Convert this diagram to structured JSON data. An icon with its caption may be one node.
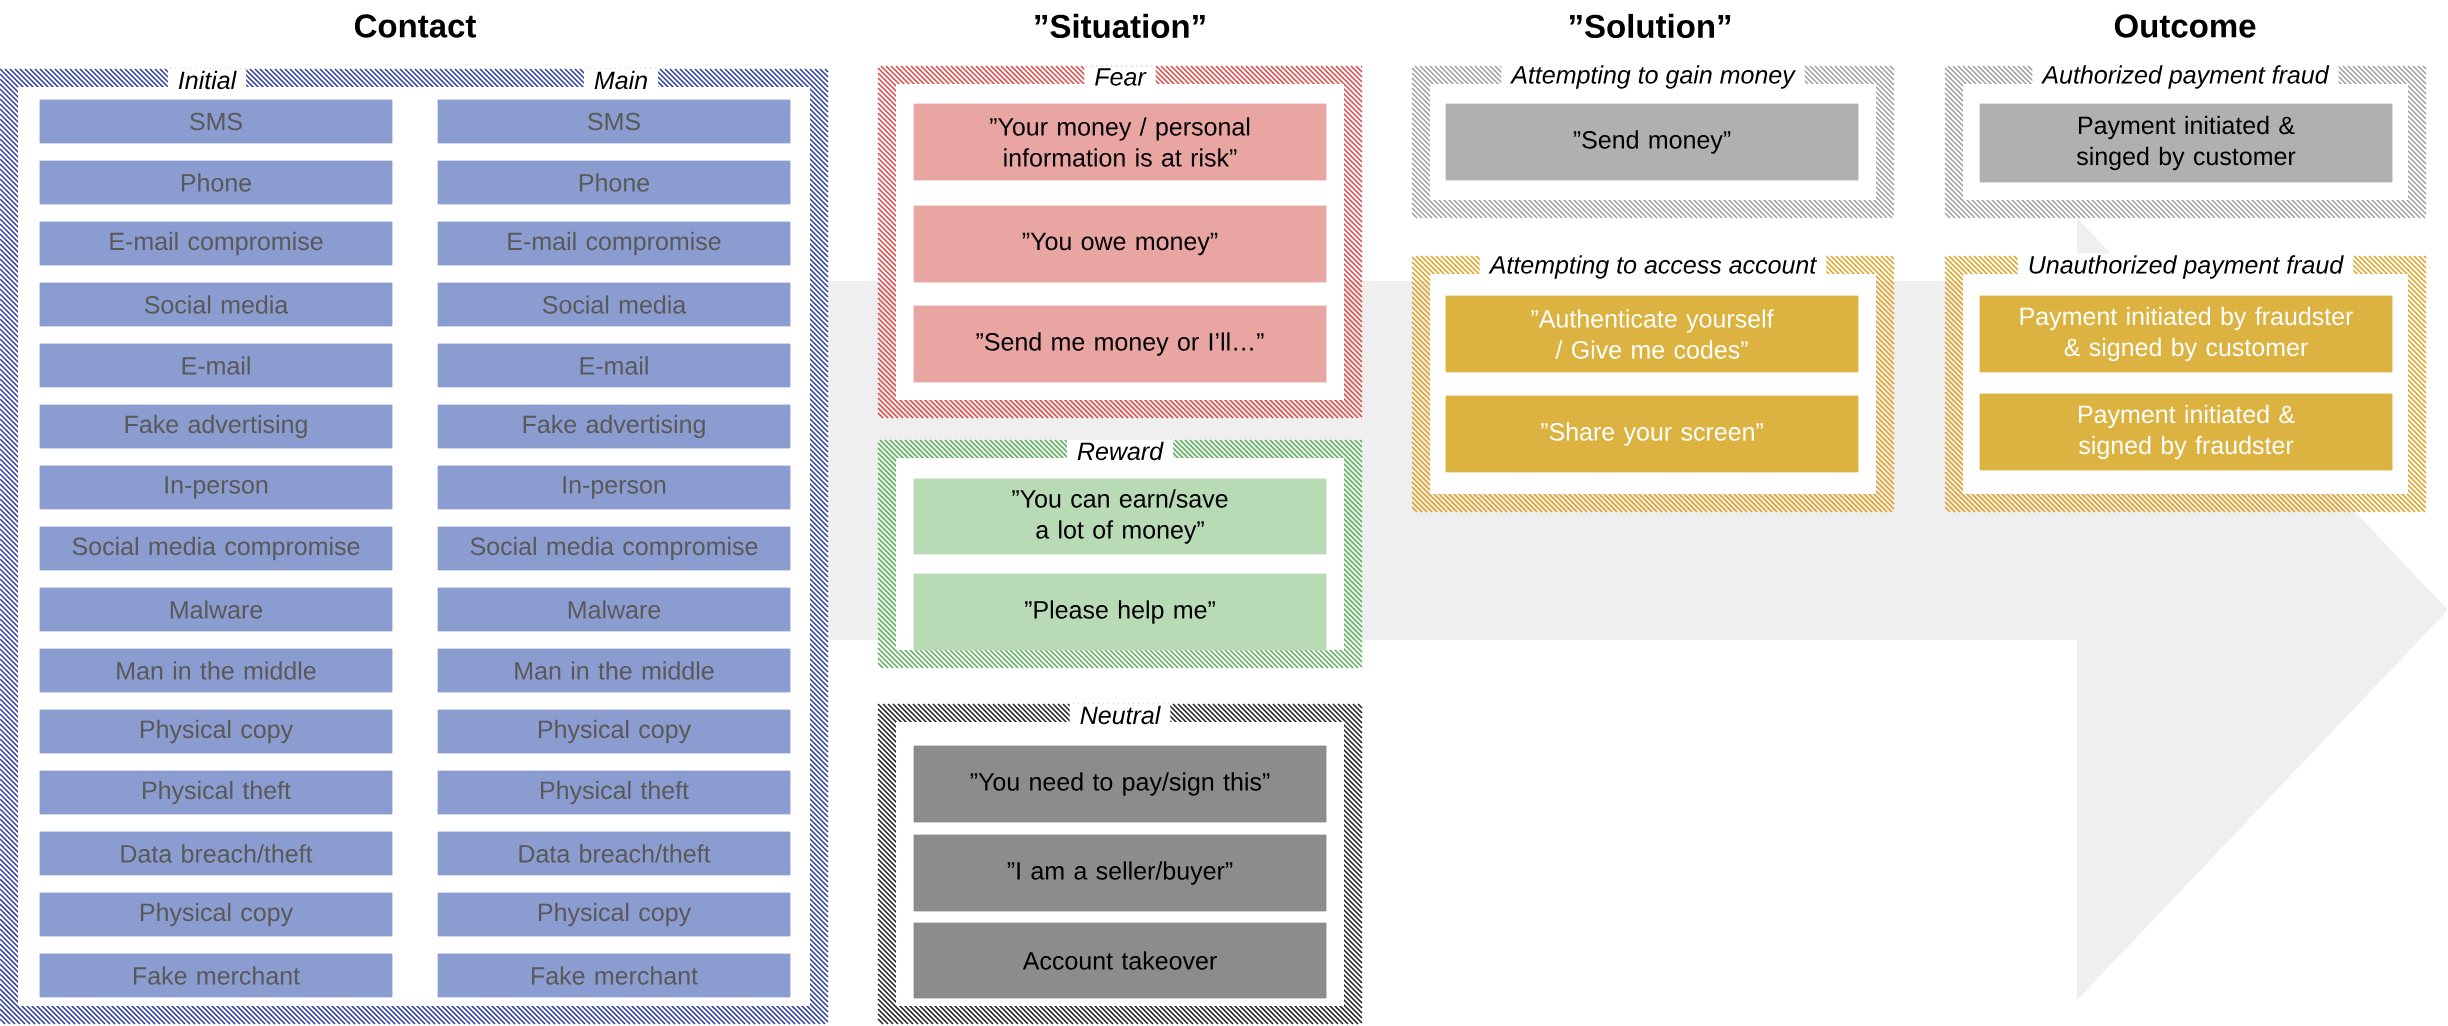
{
  "diagram": {
    "nodes": [
      {
        "text": [
          "Initial",
          "Main"
        ]
      },
      {
        "text": [
          "SMS"
        ],
        "in": 0
      },
      {
        "text": [
          "SMS"
        ],
        "in": 0
      },
      {
        "text": [
          "Phone"
        ],
        "in": 0
      },
      {
        "text": [
          "Phone"
        ],
        "in": 0
      },
      {
        "text": [
          "E-mail compromise"
        ],
        "in": 0
      },
      {
        "text": [
          "E-mail compromise"
        ],
        "in": 0
      },
      {
        "text": [
          "Social media"
        ],
        "in": 0
      },
      {
        "text": [
          "Social media"
        ],
        "in": 0
      },
      {
        "text": [
          "E-mail"
        ],
        "in": 0
      },
      {
        "text": [
          "E-mail"
        ],
        "in": 0
      },
      {
        "text": [
          "Fake advertising"
        ],
        "in": 0
      },
      {
        "text": [
          "Fake advertising"
        ],
        "in": 0
      },
      {
        "text": [
          "In-person"
        ],
        "in": 0
      },
      {
        "text": [
          "In-person"
        ],
        "in": 0
      },
      {
        "text": [
          "Social media compromise"
        ],
        "in": 0
      },
      {
        "text": [
          "Social media compromise"
        ],
        "in": 0
      },
      {
        "text": [
          "Malware"
        ],
        "in": 0
      },
      {
        "text": [
          "Malware"
        ],
        "in": 0
      },
      {
        "text": [
          "Man in the middle"
        ],
        "in": 0
      },
      {
        "text": [
          "Man in the middle"
        ],
        "in": 0
      },
      {
        "text": [
          "Physical copy"
        ],
        "in": 0
      },
      {
        "text": [
          "Physical copy"
        ],
        "in": 0
      },
      {
        "text": [
          "Physical theft"
        ],
        "in": 0
      },
      {
        "text": [
          "Physical theft"
        ],
        "in": 0
      },
      {
        "text": [
          "Data breach/theft"
        ],
        "in": 0
      },
      {
        "text": [
          "Data breach/theft"
        ],
        "in": 0
      },
      {
        "text": [
          "Physical copy"
        ],
        "in": 0
      },
      {
        "text": [
          "Physical copy"
        ],
        "in": 0
      },
      {
        "text": [
          "Fake merchant"
        ],
        "in": 0
      },
      {
        "text": [
          "Fake merchant"
        ],
        "in": 0
      },
      {
        "text": [
          "Fear"
        ]
      },
      {
        "text": [
          "”Your money / personal information is at risk”"
        ],
        "in": 31
      },
      {
        "text": [
          "”You owe money”"
        ],
        "in": 31
      },
      {
        "text": [
          "”Send me money or I’ll…”"
        ],
        "in": 31
      },
      {
        "text": [
          "Reward"
        ]
      },
      {
        "text": [
          "”You can earn/save a lot of money”"
        ],
        "in": 35
      },
      {
        "text": [
          "”Please help me”"
        ],
        "in": 35
      },
      {
        "text": [
          "Neutral"
        ]
      },
      {
        "text": [
          "”You need to pay/sign this”"
        ],
        "in": 38
      },
      {
        "text": [
          "”I am a seller/buyer”"
        ],
        "in": 38
      },
      {
        "text": [
          "Account takeover"
        ],
        "in": 38
      },
      {
        "text": [
          "Attempting to gain money"
        ]
      },
      {
        "text": [
          "”Send money”"
        ],
        "in": 42
      },
      {
        "text": [
          "Attempting to access account"
        ]
      },
      {
        "text": [
          "”Authenticate yourself / Give me codes”"
        ],
        "in": 44
      },
      {
        "text": [
          "”Share your screen”"
        ],
        "in": 44
      },
      {
        "text": [
          "Authorized payment fraud"
        ]
      },
      {
        "text": [
          "Payment initiated & singed by customer"
        ],
        "in": 47
      },
      {
        "text": [
          "Unauthorized payment fraud"
        ]
      },
      {
        "text": [
          "Payment initiated by fraudster & signed by customer"
        ],
        "in": 49
      },
      {
        "text": [
          "Payment initiated & signed by fraudster"
        ],
        "in": 49
      }
    ],
    "labels": [
      "Contact",
      "”Situation”",
      "”Solution”",
      "Outcome"
    ]
  }
}
